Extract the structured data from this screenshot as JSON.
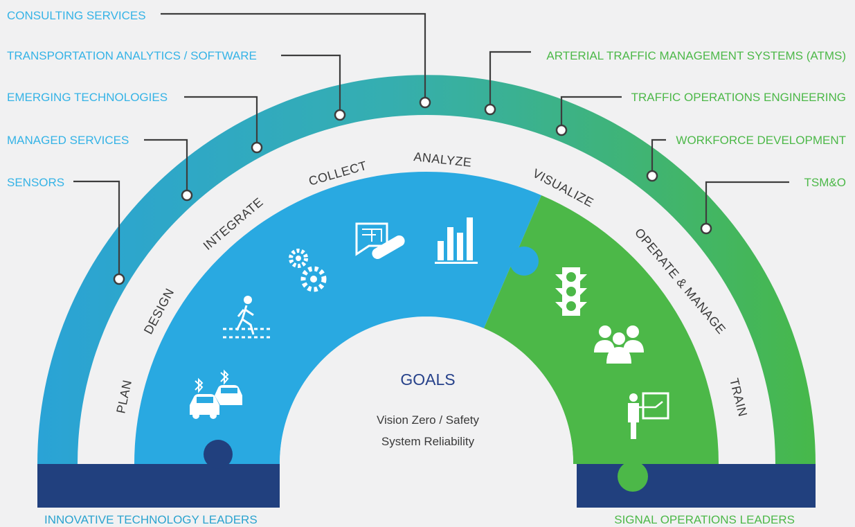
{
  "colors": {
    "outer_band_left": "#2aa3d6",
    "outer_band_right": "#47b84a",
    "inner_blue": "#29a9e1",
    "inner_green": "#4cb848",
    "navy": "#21407e",
    "background": "#f1f1f2"
  },
  "services_left": [
    "CONSULTING SERVICES",
    "TRANSPORTATION ANALYTICS / SOFTWARE",
    "EMERGING TECHNOLOGIES",
    "MANAGED SERVICES",
    "SENSORS"
  ],
  "services_right": [
    "ARTERIAL TRAFFIC MANAGEMENT SYSTEMS (ATMS)",
    "TRAFFIC OPERATIONS ENGINEERING",
    "WORKFORCE DEVELOPMENT",
    "TSM&O"
  ],
  "steps": [
    "PLAN",
    "DESIGN",
    "INTEGRATE",
    "COLLECT",
    "ANALYZE",
    "VISUALIZE",
    "OPERATE & MANAGE",
    "TRAIN"
  ],
  "goals": {
    "title": "GOALS",
    "items": [
      "Vision Zero / Safety",
      "System Reliability"
    ]
  },
  "bottom": {
    "left_label": "INNOVATIVE TECHNOLOGY LEADERS",
    "right_label": "SIGNAL OPERATIONS LEADERS"
  },
  "icons": [
    "connected-cars-icon",
    "pedestrian-crosswalk-icon",
    "gears-icon",
    "blueprint-icon",
    "bar-chart-icon",
    "traffic-light-icon",
    "people-group-icon",
    "presenter-icon"
  ]
}
